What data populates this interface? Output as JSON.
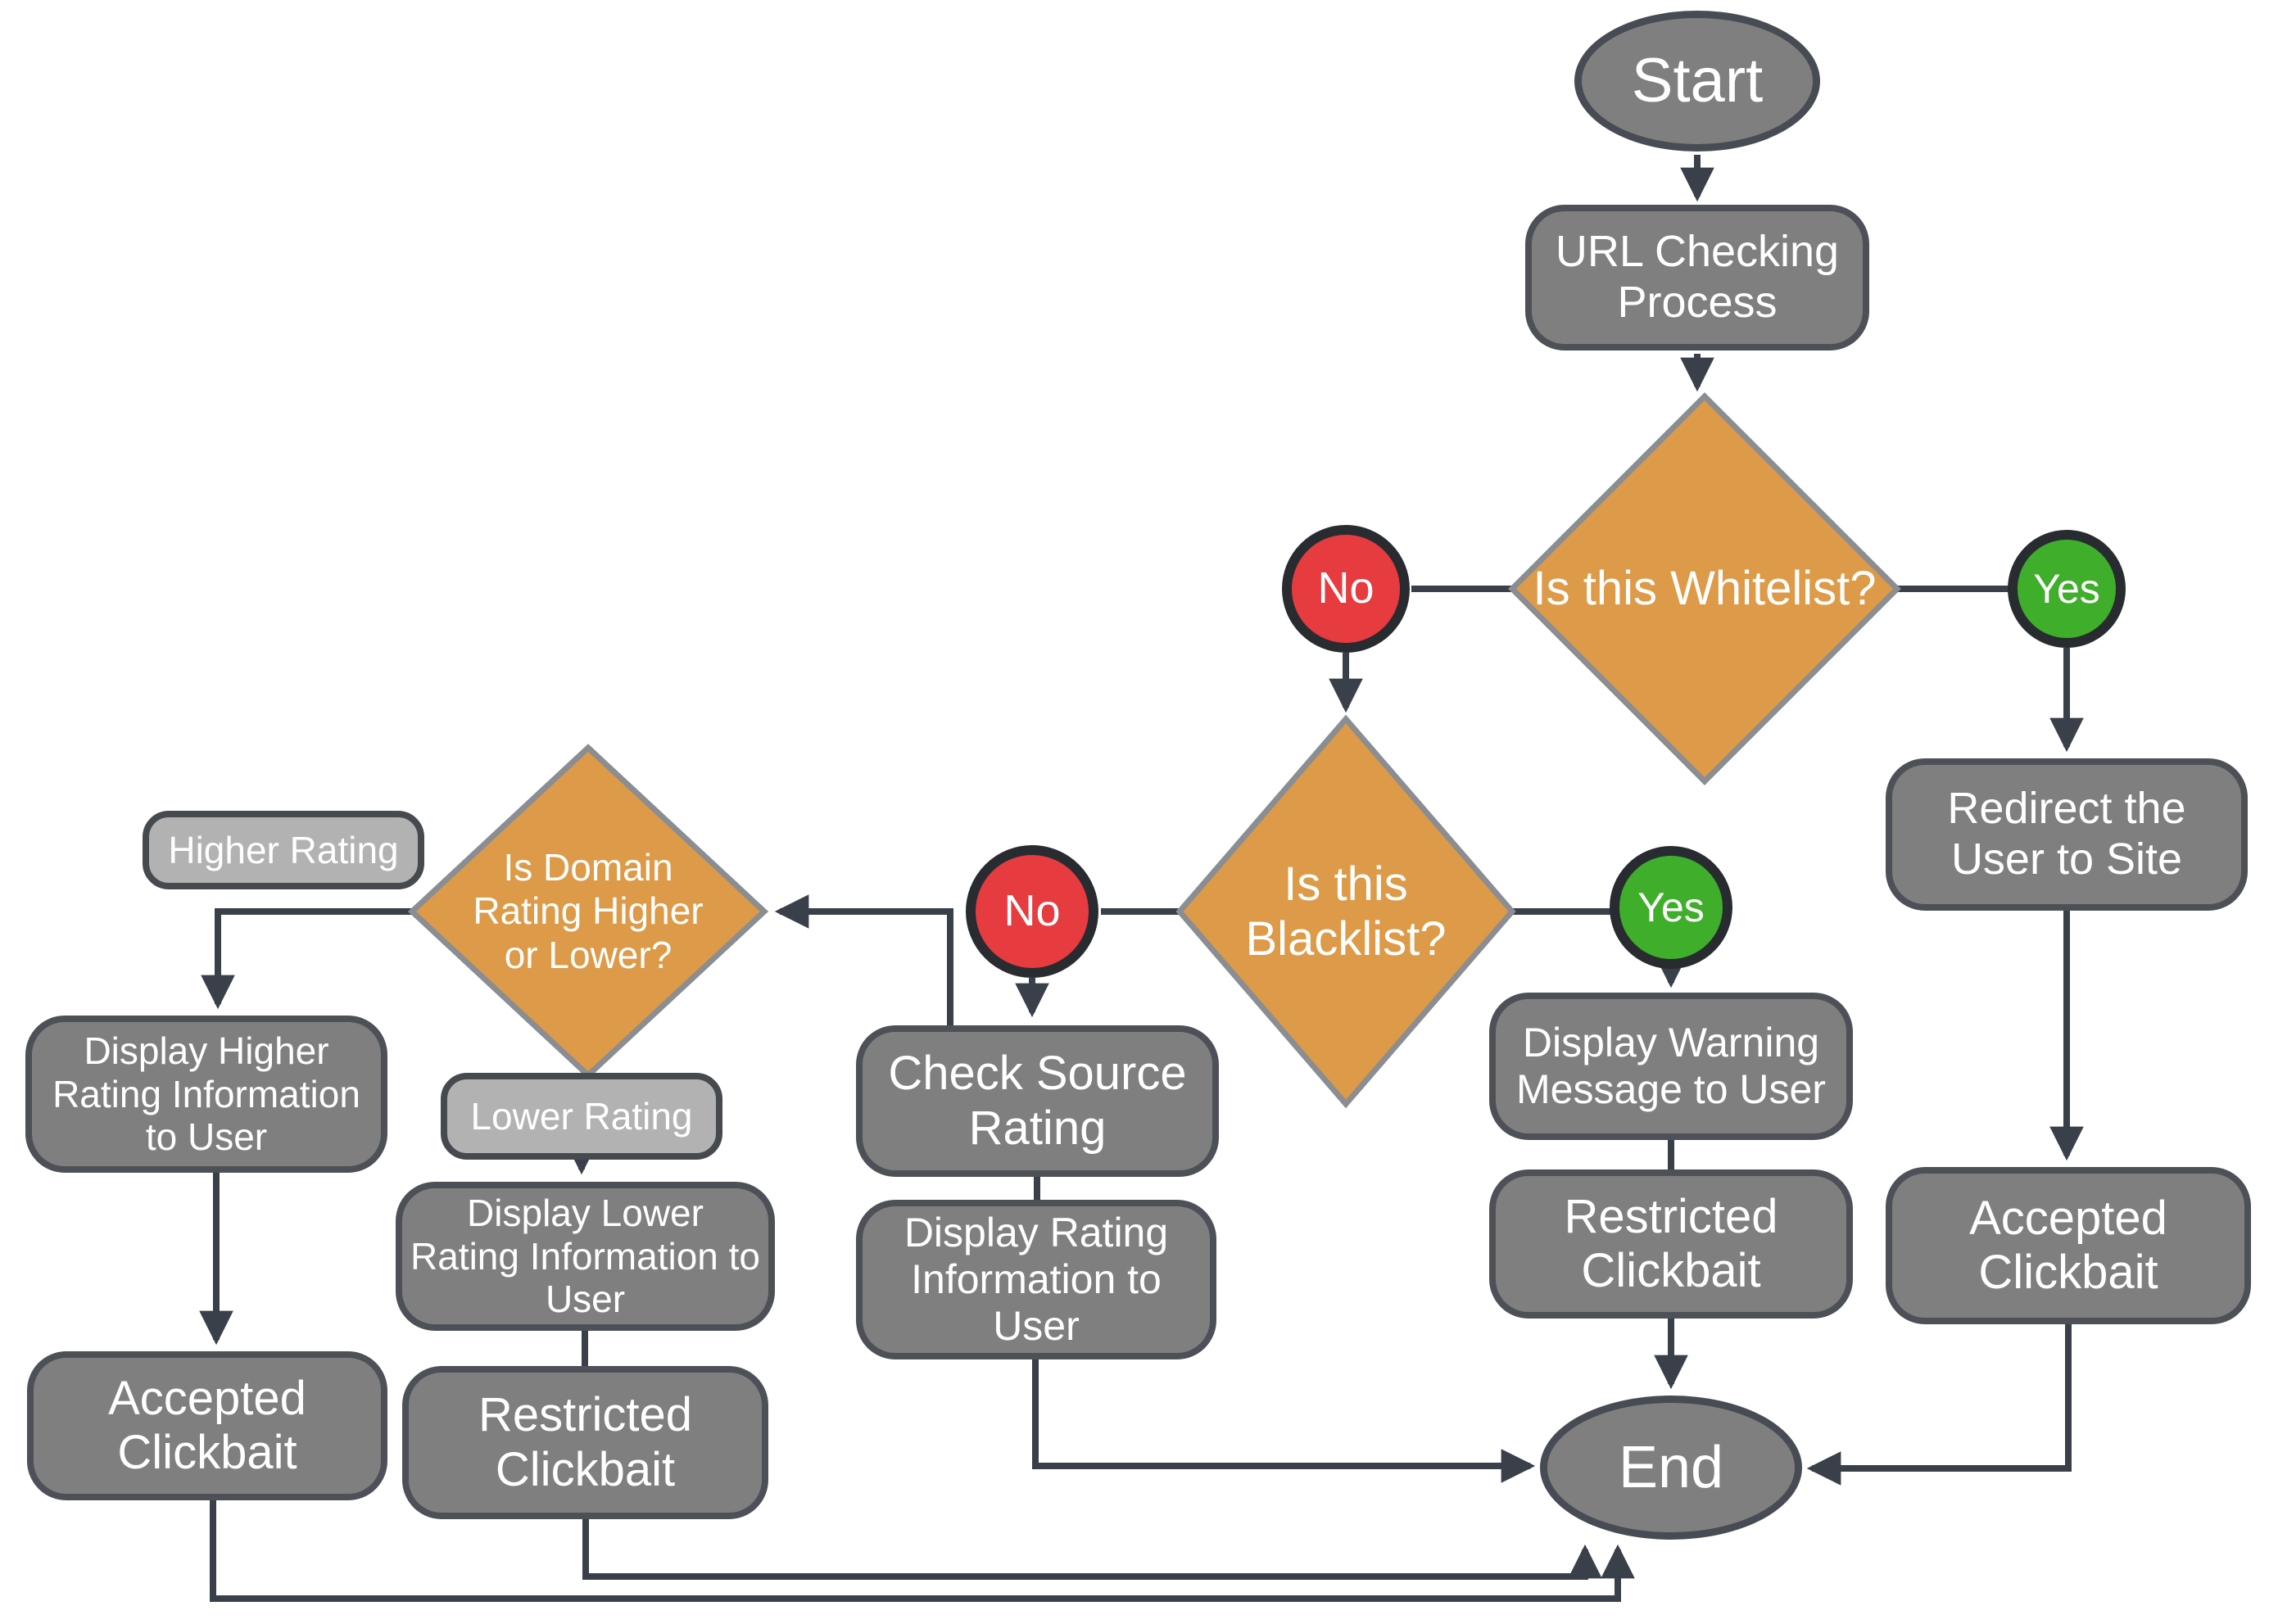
{
  "diagram_title": "URL Checking Process Flowchart",
  "colors": {
    "process_fill": "#7f7f7f",
    "process_border": "#4d5157",
    "decision_fill": "#dd9a48",
    "decision_border": "#8a8d91",
    "label_fill": "#b2b2b2",
    "no_fill": "#e63b3f",
    "yes_fill": "#3fae2b",
    "circle_border": "#282c31",
    "line_color": "#3a404a",
    "text_color": "#ffffff",
    "background": "#ffffff"
  },
  "nodes": {
    "start": {
      "label": "Start",
      "type": "terminator"
    },
    "url_process": {
      "label": "URL Checking Process",
      "type": "process"
    },
    "whitelist_decision": {
      "label": "Is this Whitelist?",
      "type": "decision"
    },
    "whitelist_no": {
      "label": "No",
      "type": "connector"
    },
    "whitelist_yes": {
      "label": "Yes",
      "type": "connector"
    },
    "redirect": {
      "label": "Redirect the User to Site",
      "type": "process"
    },
    "blacklist_decision": {
      "label": "Is this Blacklist?",
      "type": "decision"
    },
    "blacklist_no": {
      "label": "No",
      "type": "connector"
    },
    "blacklist_yes": {
      "label": "Yes",
      "type": "connector"
    },
    "display_warning": {
      "label": "Display Warning Message to User",
      "type": "process"
    },
    "restricted_mid": {
      "label": "Restricted Clickbait",
      "type": "process"
    },
    "accepted_right": {
      "label": "Accepted Clickbait",
      "type": "process"
    },
    "check_source": {
      "label": "Check Source Rating",
      "type": "process"
    },
    "display_rating": {
      "label": "Display Rating Information to User",
      "type": "process"
    },
    "domain_decision": {
      "label": "Is Domain Rating Higher or Lower?",
      "type": "decision"
    },
    "higher_label": {
      "label": "Higher Rating",
      "type": "branch-label"
    },
    "lower_label": {
      "label": "Lower Rating",
      "type": "branch-label"
    },
    "display_higher": {
      "label": "Display Higher Rating Information to User",
      "type": "process"
    },
    "display_lower": {
      "label": "Display Lower Rating Information to User",
      "type": "process"
    },
    "accepted_left": {
      "label": "Accepted Clickbait",
      "type": "process"
    },
    "restricted_left": {
      "label": "Restricted Clickbait",
      "type": "process"
    },
    "end": {
      "label": "End",
      "type": "terminator"
    }
  },
  "edges": [
    {
      "from": "start",
      "to": "url_process",
      "arrow": true
    },
    {
      "from": "url_process",
      "to": "whitelist_decision",
      "arrow": true
    },
    {
      "from": "whitelist_decision",
      "to": "whitelist_no",
      "arrow": false
    },
    {
      "from": "whitelist_no",
      "to": "blacklist_decision",
      "arrow": true
    },
    {
      "from": "whitelist_decision",
      "to": "whitelist_yes",
      "arrow": false
    },
    {
      "from": "whitelist_yes",
      "to": "redirect",
      "arrow": true
    },
    {
      "from": "redirect",
      "to": "accepted_right",
      "arrow": true
    },
    {
      "from": "blacklist_decision",
      "to": "blacklist_no",
      "arrow": false
    },
    {
      "from": "blacklist_no",
      "to": "check_source",
      "arrow": true
    },
    {
      "from": "check_source",
      "to": "domain_decision",
      "arrow": true
    },
    {
      "from": "blacklist_decision",
      "to": "blacklist_yes",
      "arrow": false
    },
    {
      "from": "blacklist_yes",
      "to": "display_warning",
      "arrow": true
    },
    {
      "from": "display_warning",
      "to": "restricted_mid",
      "arrow": false
    },
    {
      "from": "restricted_mid",
      "to": "end",
      "arrow": true
    },
    {
      "from": "check_source",
      "to": "display_rating",
      "arrow": false
    },
    {
      "from": "display_rating",
      "to": "end",
      "arrow": true
    },
    {
      "from": "accepted_right",
      "to": "end",
      "arrow": true
    },
    {
      "from": "domain_decision",
      "to": "display_higher",
      "arrow": true,
      "via": "higher_label"
    },
    {
      "from": "domain_decision",
      "to": "display_lower",
      "arrow": true,
      "via": "lower_label"
    },
    {
      "from": "display_higher",
      "to": "accepted_left",
      "arrow": true
    },
    {
      "from": "display_lower",
      "to": "restricted_left",
      "arrow": false
    },
    {
      "from": "accepted_left",
      "to": "end",
      "arrow": true
    },
    {
      "from": "restricted_left",
      "to": "end",
      "arrow": true
    }
  ]
}
